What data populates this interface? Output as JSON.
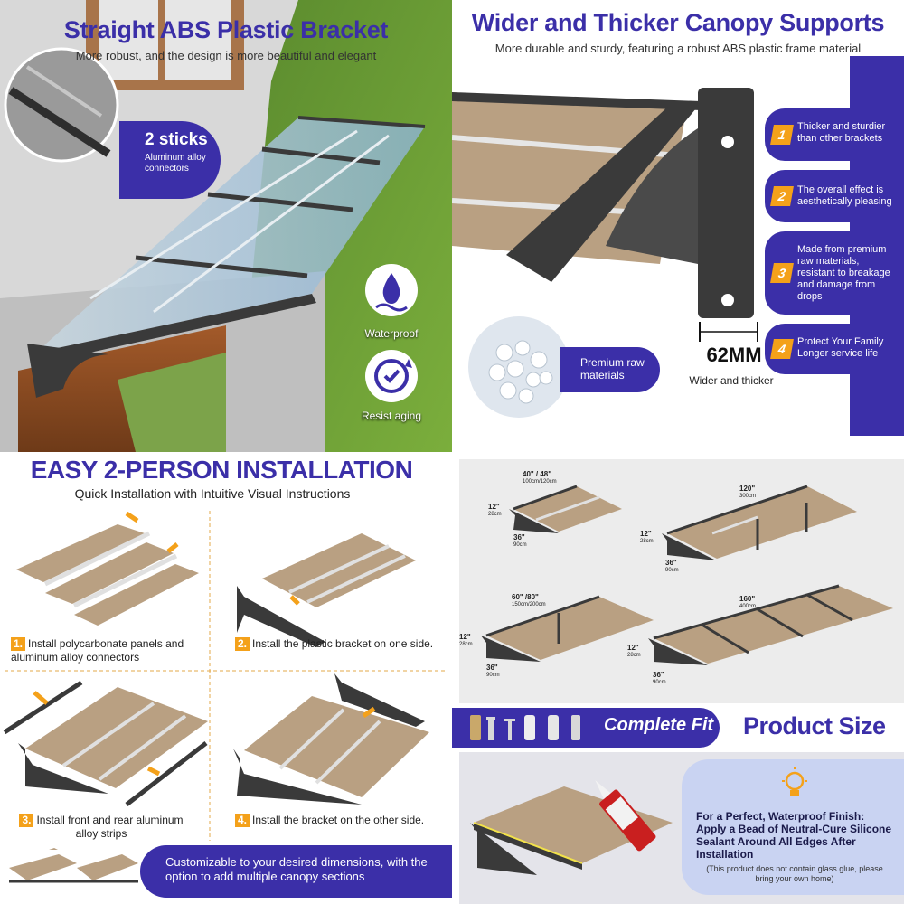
{
  "q1": {
    "title": "Straight ABS Plastic Bracket",
    "subtitle": "More robust, and the design is more beautiful and elegant",
    "connector_badge": {
      "big": "2 sticks",
      "small": "Aluminum alloy connectors"
    },
    "features": [
      {
        "label": "Waterproof",
        "icon": "water-drop-icon"
      },
      {
        "label": "Resist aging",
        "icon": "anti-aging-icon"
      }
    ]
  },
  "q2": {
    "title": "Wider and Thicker Canopy Supports",
    "subtitle": "More durable and sturdy, featuring a robust ABS plastic frame material",
    "features": [
      {
        "num": "1",
        "text": "Thicker and sturdier than other brackets"
      },
      {
        "num": "2",
        "text": "The overall effect is aesthetically pleasing"
      },
      {
        "num": "3",
        "text": "Made from premium raw materials, resistant to breakage and damage from drops"
      },
      {
        "num": "4",
        "text": "Protect Your Family Longer service life"
      }
    ],
    "raw_materials": "Premium raw materials",
    "measure": "62MM",
    "measure_sub": "Wider and thicker"
  },
  "q3": {
    "title": "EASY 2-PERSON INSTALLATION",
    "subtitle": "Quick Installation with Intuitive Visual Instructions",
    "steps": [
      {
        "num": "1.",
        "text": "Install polycarbonate panels and aluminum alloy connectors"
      },
      {
        "num": "2.",
        "text": "Install the plastic bracket on one side."
      },
      {
        "num": "3.",
        "text": "Install front and rear aluminum alloy strips"
      },
      {
        "num": "4.",
        "text": "Install the bracket on the other side."
      }
    ],
    "custom_note": "Customizable to your desired dimensions, with the option to add multiple canopy sections"
  },
  "q4": {
    "sizes": [
      {
        "width": "40\" / 48\"",
        "width_metric": "100cm/120cm",
        "height": "12\"",
        "height_metric": "28cm",
        "depth": "36\"",
        "depth_metric": "90cm"
      },
      {
        "width": "120\"",
        "width_metric": "300cm",
        "height": "12\"",
        "height_metric": "28cm",
        "depth": "36\"",
        "depth_metric": "90cm"
      },
      {
        "width": "60\" /80\"",
        "width_metric": "150cm/200cm",
        "height": "12\"",
        "height_metric": "28cm",
        "depth": "36\"",
        "depth_metric": "90cm"
      },
      {
        "width": "160\"",
        "width_metric": "400cm",
        "height": "12\"",
        "height_metric": "28cm",
        "depth": "36\"",
        "depth_metric": "90cm"
      }
    ],
    "complete_fit": "Complete Fit",
    "product_size": "Product Size",
    "seal_text": "For a Perfect, Waterproof Finish: Apply a Bead of Neutral-Cure Silicone Sealant Around All Edges After Installation",
    "seal_note": "(This product does not contain glass glue, please bring your own home)"
  },
  "colors": {
    "brand": "#3b2fa8",
    "accent": "#f4a11a",
    "panel": "#b9a082",
    "frame": "#3a3a3a"
  }
}
